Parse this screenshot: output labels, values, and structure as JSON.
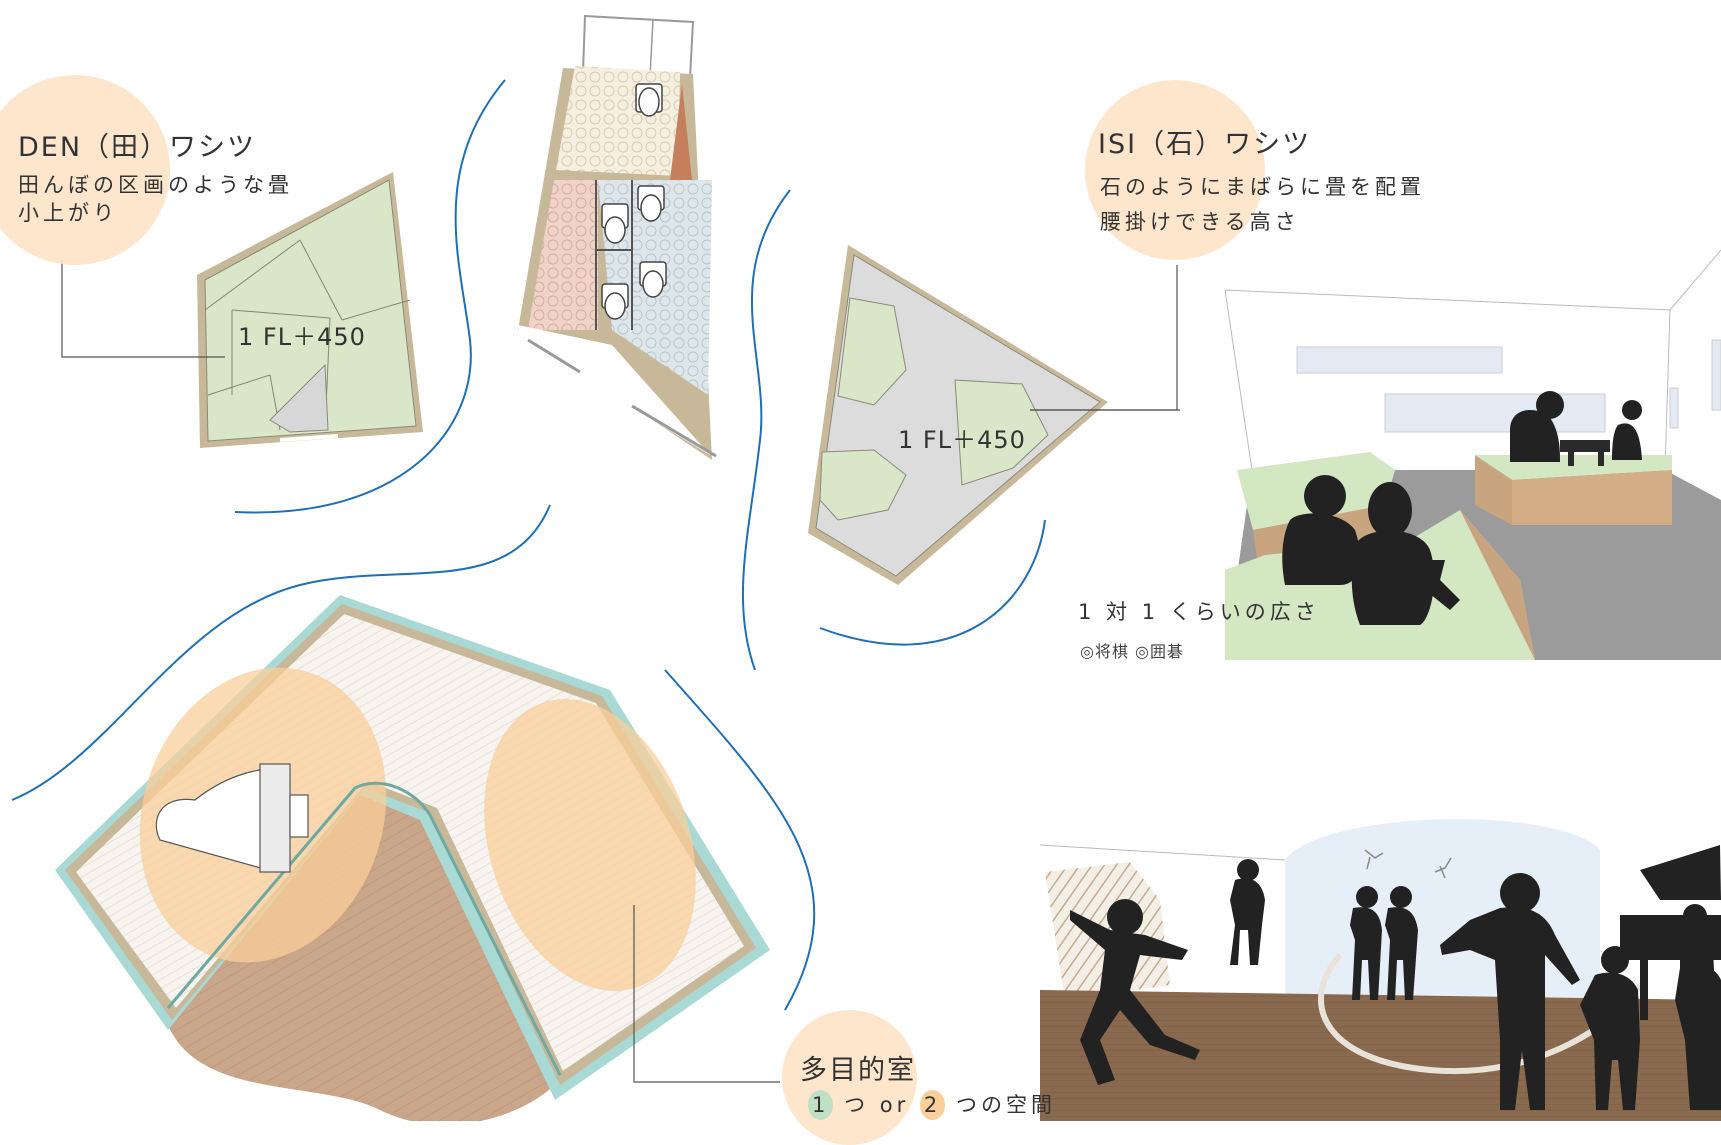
{
  "den": {
    "title": "DEN（田）ワシツ",
    "desc_line1": "田んぼの区画のような畳",
    "desc_line2": "小上がり",
    "fl_label": "1 FL＋450"
  },
  "isi": {
    "title": "ISI（石）ワシツ",
    "desc_line1": "石のようにまばらに畳を配置",
    "desc_line2": "腰掛けできる高さ",
    "fl_label": "1 FL＋450",
    "caption": "1 対 1 くらいの広さ",
    "activities": "◎将棋 ◎囲碁"
  },
  "tamokuteki": {
    "title": "多目的室",
    "num1": "1",
    "mid": "つ or",
    "num2": "2",
    "tail": "つの空間"
  },
  "colors": {
    "bubble": "#fde3c6",
    "tatami": "#d9e6c8",
    "wall": "#c8b89a",
    "gray_floor": "#dcdcdc",
    "wood": "#c7a487",
    "blue_line": "#1f6fb5",
    "silhouette": "#222222",
    "accent_green": "#bfe0c4",
    "accent_orange": "#f9cf9a"
  }
}
